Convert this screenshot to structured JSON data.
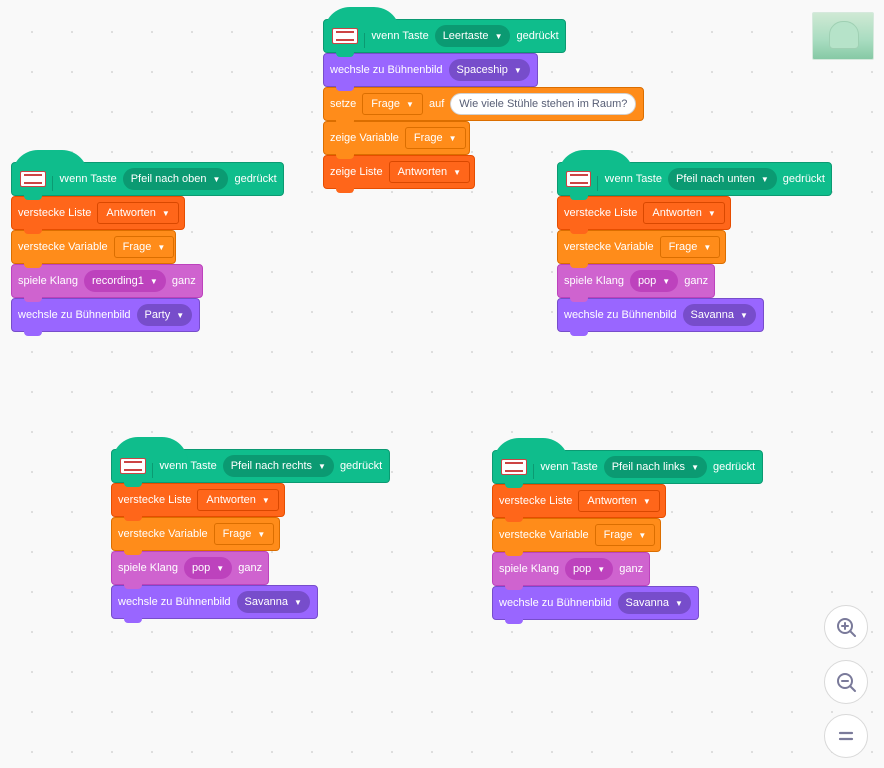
{
  "scripts": [
    {
      "id": "space",
      "hat": {
        "prefix": "Wenn Taste",
        "key": "Leertaste",
        "suffix": "gedrückt"
      },
      "blocks": [
        {
          "kind": "looks",
          "label": "wechsle zu Bühnenbild",
          "value": "Spaceship"
        },
        {
          "kind": "var",
          "label": "setze",
          "value": "Frage",
          "mid": "auf",
          "input": "Wie viele Stühle stehen im Raum?"
        },
        {
          "kind": "var",
          "label": "zeige Variable",
          "value": "Frage"
        },
        {
          "kind": "list",
          "label": "zeige Liste",
          "value": "Antworten"
        }
      ]
    },
    {
      "id": "up",
      "hat": {
        "prefix": "Wenn Taste",
        "key": "Pfeil nach oben",
        "suffix": "gedrückt"
      },
      "blocks": [
        {
          "kind": "list",
          "label": "verstecke Liste",
          "value": "Antworten"
        },
        {
          "kind": "var",
          "label": "verstecke Variable",
          "value": "Frage"
        },
        {
          "kind": "sound",
          "label": "spiele Klang",
          "value": "recording1",
          "tail": "ganz"
        },
        {
          "kind": "looks",
          "label": "wechsle zu Bühnenbild",
          "value": "Party"
        }
      ]
    },
    {
      "id": "down",
      "hat": {
        "prefix": "Wenn Taste",
        "key": "Pfeil nach unten",
        "suffix": "gedrückt"
      },
      "blocks": [
        {
          "kind": "list",
          "label": "verstecke Liste",
          "value": "Antworten"
        },
        {
          "kind": "var",
          "label": "verstecke Variable",
          "value": "Frage"
        },
        {
          "kind": "sound",
          "label": "spiele Klang",
          "value": "pop",
          "tail": "ganz"
        },
        {
          "kind": "looks",
          "label": "wechsle zu Bühnenbild",
          "value": "Savanna"
        }
      ]
    },
    {
      "id": "right",
      "hat": {
        "prefix": "Wenn Taste",
        "key": "Pfeil nach rechts",
        "suffix": "gedrückt"
      },
      "blocks": [
        {
          "kind": "list",
          "label": "verstecke Liste",
          "value": "Antworten"
        },
        {
          "kind": "var",
          "label": "verstecke Variable",
          "value": "Frage"
        },
        {
          "kind": "sound",
          "label": "spiele Klang",
          "value": "pop",
          "tail": "ganz"
        },
        {
          "kind": "looks",
          "label": "wechsle zu Bühnenbild",
          "value": "Savanna"
        }
      ]
    },
    {
      "id": "left",
      "hat": {
        "prefix": "Wenn Taste",
        "key": "Pfeil nach links",
        "suffix": "gedrückt"
      },
      "blocks": [
        {
          "kind": "list",
          "label": "verstecke Liste",
          "value": "Antworten"
        },
        {
          "kind": "var",
          "label": "verstecke Variable",
          "value": "Frage"
        },
        {
          "kind": "sound",
          "label": "spiele Klang",
          "value": "pop",
          "tail": "ganz"
        },
        {
          "kind": "looks",
          "label": "wechsle zu Bühnenbild",
          "value": "Savanna"
        }
      ]
    }
  ],
  "zoom_controls": {
    "zoom_in_icon": "zoom-in-icon",
    "zoom_out_icon": "zoom-out-icon",
    "reset_icon": "reset-zoom-icon"
  },
  "stage_thumbnail_icon": "stage-thumbnail",
  "colors": {
    "events": "#0fbd8c",
    "looks": "#9966ff",
    "sound": "#cf63cf",
    "variables": "#ff8c1a",
    "lists": "#ff661a"
  }
}
